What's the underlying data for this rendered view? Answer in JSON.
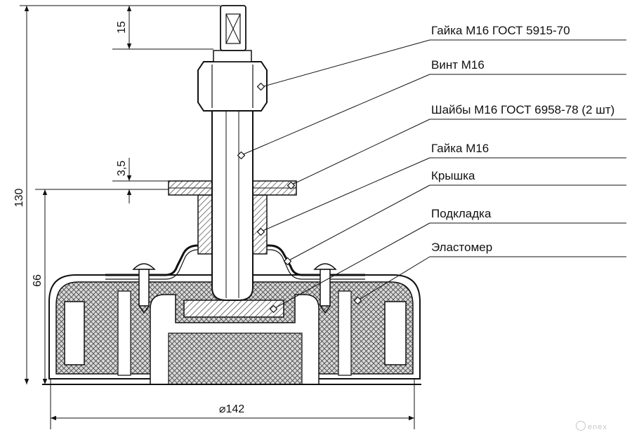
{
  "labels": {
    "nut_gost": "Гайка М16 ГОСТ 5915-70",
    "screw": "Винт М16",
    "washers": "Шайбы М16 ГОСТ 6958-78 (2 шт)",
    "nut": "Гайка М16",
    "cover": "Крышка",
    "pad": "Подкладка",
    "elastomer": "Эластомер"
  },
  "dimensions": {
    "d15": "15",
    "d3_5": "3,5",
    "d130": "130",
    "d66": "66",
    "d142": "⌀142"
  },
  "watermark": "enex"
}
